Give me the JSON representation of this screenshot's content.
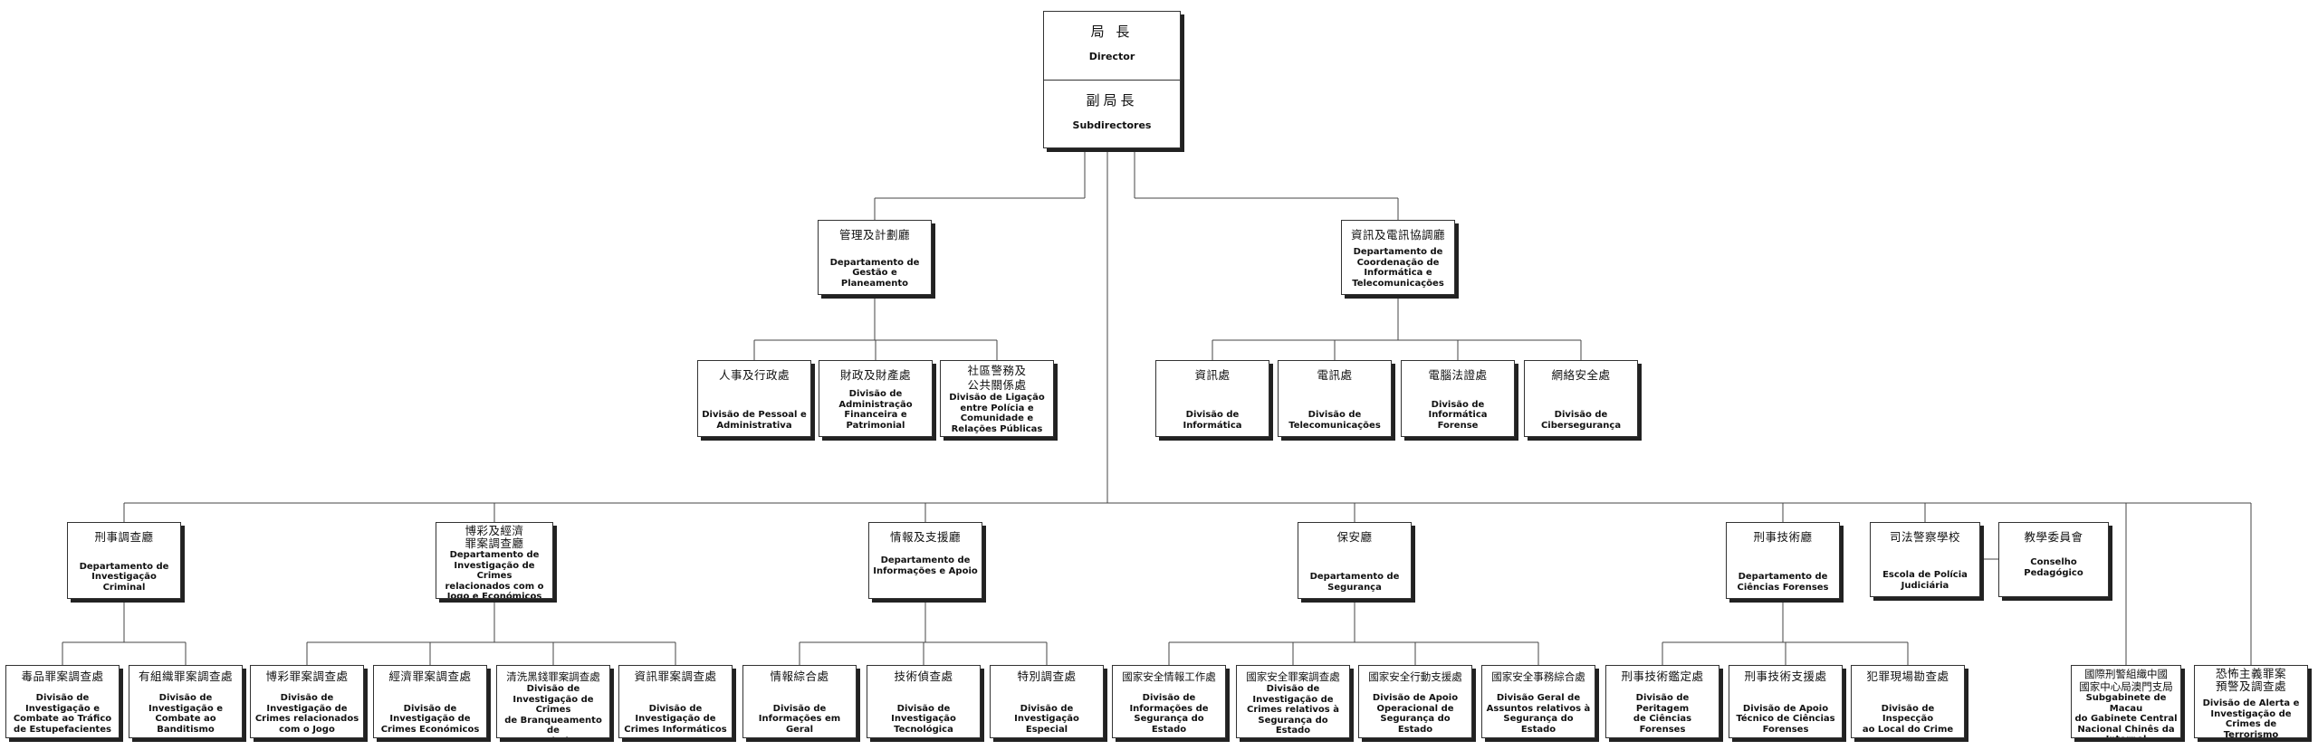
{
  "director": {
    "zh": "局 長",
    "pt": "Director",
    "deputy_zh": "副局長",
    "deputy_pt": "Subdirectores"
  },
  "departments_top": [
    {
      "id": "gestao",
      "zh": "管理及計劃廳",
      "pt": "Departamento de\nGestão e\nPlaneamento",
      "divisions": [
        {
          "zh": "人事及行政處",
          "pt": "Divisão de Pessoal e\nAdministrativa"
        },
        {
          "zh": "財政及財產處",
          "pt": "Divisão de\nAdministração\nFinanceira e\nPatrimonial"
        },
        {
          "zh": "社區警務及\n公共關係處",
          "pt": "Divisão de Ligação\nentre Polícia e\nComunidade e\nRelações Públicas"
        }
      ]
    },
    {
      "id": "informatica",
      "zh": "資訊及電訊協調廳",
      "pt": "Departamento de\nCoordenação de\nInformática e\nTelecomunicações",
      "divisions": [
        {
          "zh": "資訊處",
          "pt": "Divisão de\nInformática"
        },
        {
          "zh": "電訊處",
          "pt": "Divisão de\nTelecomunicações"
        },
        {
          "zh": "電腦法證處",
          "pt": "Divisão de Informática\nForense"
        },
        {
          "zh": "網絡安全處",
          "pt": "Divisão de\nCibersegurança"
        }
      ]
    }
  ],
  "departments_bottom": [
    {
      "id": "criminal",
      "zh": "刑事調查廳",
      "pt": "Departamento de\nInvestigação Criminal",
      "divisions": [
        {
          "zh": "毒品罪案調查處",
          "pt": "Divisão de\nInvestigação e\nCombate ao Tráfico\nde Estupefacientes"
        },
        {
          "zh": "有組織罪案調查處",
          "pt": "Divisão de\nInvestigação e\nCombate ao\nBanditismo"
        }
      ]
    },
    {
      "id": "jogo",
      "zh": "博彩及經濟\n罪案調查廳",
      "pt": "Departamento de\nInvestigação de Crimes\nrelacionados com o\nJogo e Económicos",
      "divisions": [
        {
          "zh": "博彩罪案調查處",
          "pt": "Divisão de\nInvestigação de\nCrimes relacionados\ncom o Jogo"
        },
        {
          "zh": "經濟罪案調查處",
          "pt": "Divisão de\nInvestigação de\nCrimes Económicos"
        },
        {
          "zh": "清洗黑錢罪案調查處",
          "pt": "Divisão de\nInvestigação de Crimes\nde Branqueamento de\nCapitais"
        },
        {
          "zh": "資訊罪案調查處",
          "pt": "Divisão de\nInvestigação de\nCrimes Informáticos"
        }
      ]
    },
    {
      "id": "informacoes",
      "zh": "情報及支援廳",
      "pt": "Departamento de\nInformações e Apoio",
      "divisions": [
        {
          "zh": "情報綜合處",
          "pt": "Divisão de\nInformações em Geral"
        },
        {
          "zh": "技術偵查處",
          "pt": "Divisão de\nInvestigação\nTecnológica"
        },
        {
          "zh": "特別調查處",
          "pt": "Divisão de\nInvestigação Especial"
        }
      ]
    },
    {
      "id": "seguranca",
      "zh": "保安廳",
      "pt": "Departamento de\nSegurança",
      "divisions": [
        {
          "zh": "國家安全情報工作處",
          "pt": "Divisão de\nInformações de\nSegurança do Estado"
        },
        {
          "zh": "國家安全罪案調查處",
          "pt": "Divisão de\nInvestigação de\nCrimes relativos à\nSegurança do Estado"
        },
        {
          "zh": "國家安全行動支援處",
          "pt": "Divisão de Apoio\nOperacional de\nSegurança do Estado"
        },
        {
          "zh": "國家安全事務綜合處",
          "pt": "Divisão Geral de\nAssuntos relativos à\nSegurança do Estado"
        }
      ]
    },
    {
      "id": "forenses",
      "zh": "刑事技術廳",
      "pt": "Departamento de\nCiências Forenses",
      "divisions": [
        {
          "zh": "刑事技術鑑定處",
          "pt": "Divisão de Peritagem\nde Ciências Forenses"
        },
        {
          "zh": "刑事技術支援處",
          "pt": "Divisão de Apoio\nTécnico de Ciências\nForenses"
        },
        {
          "zh": "犯罪現場勘查處",
          "pt": "Divisão de Inspecção\nao Local do Crime"
        }
      ]
    }
  ],
  "escola": {
    "zh": "司法警察學校",
    "pt": "Escola de Polícia\nJudiciária"
  },
  "conselho": {
    "zh": "教學委員會",
    "pt": "Conselho Pedagógico"
  },
  "interpol": {
    "zh": "國際刑警組織中國\n國家中心局澳門支局",
    "pt": "Subgabinete de Macau\ndo Gabinete Central\nNacional Chinês da\nInterpol"
  },
  "terrorismo": {
    "zh": "恐怖主義罪案\n預警及調查處",
    "pt": "Divisão de Alerta e\nInvestigação de\nCrimes de Terrorismo"
  }
}
